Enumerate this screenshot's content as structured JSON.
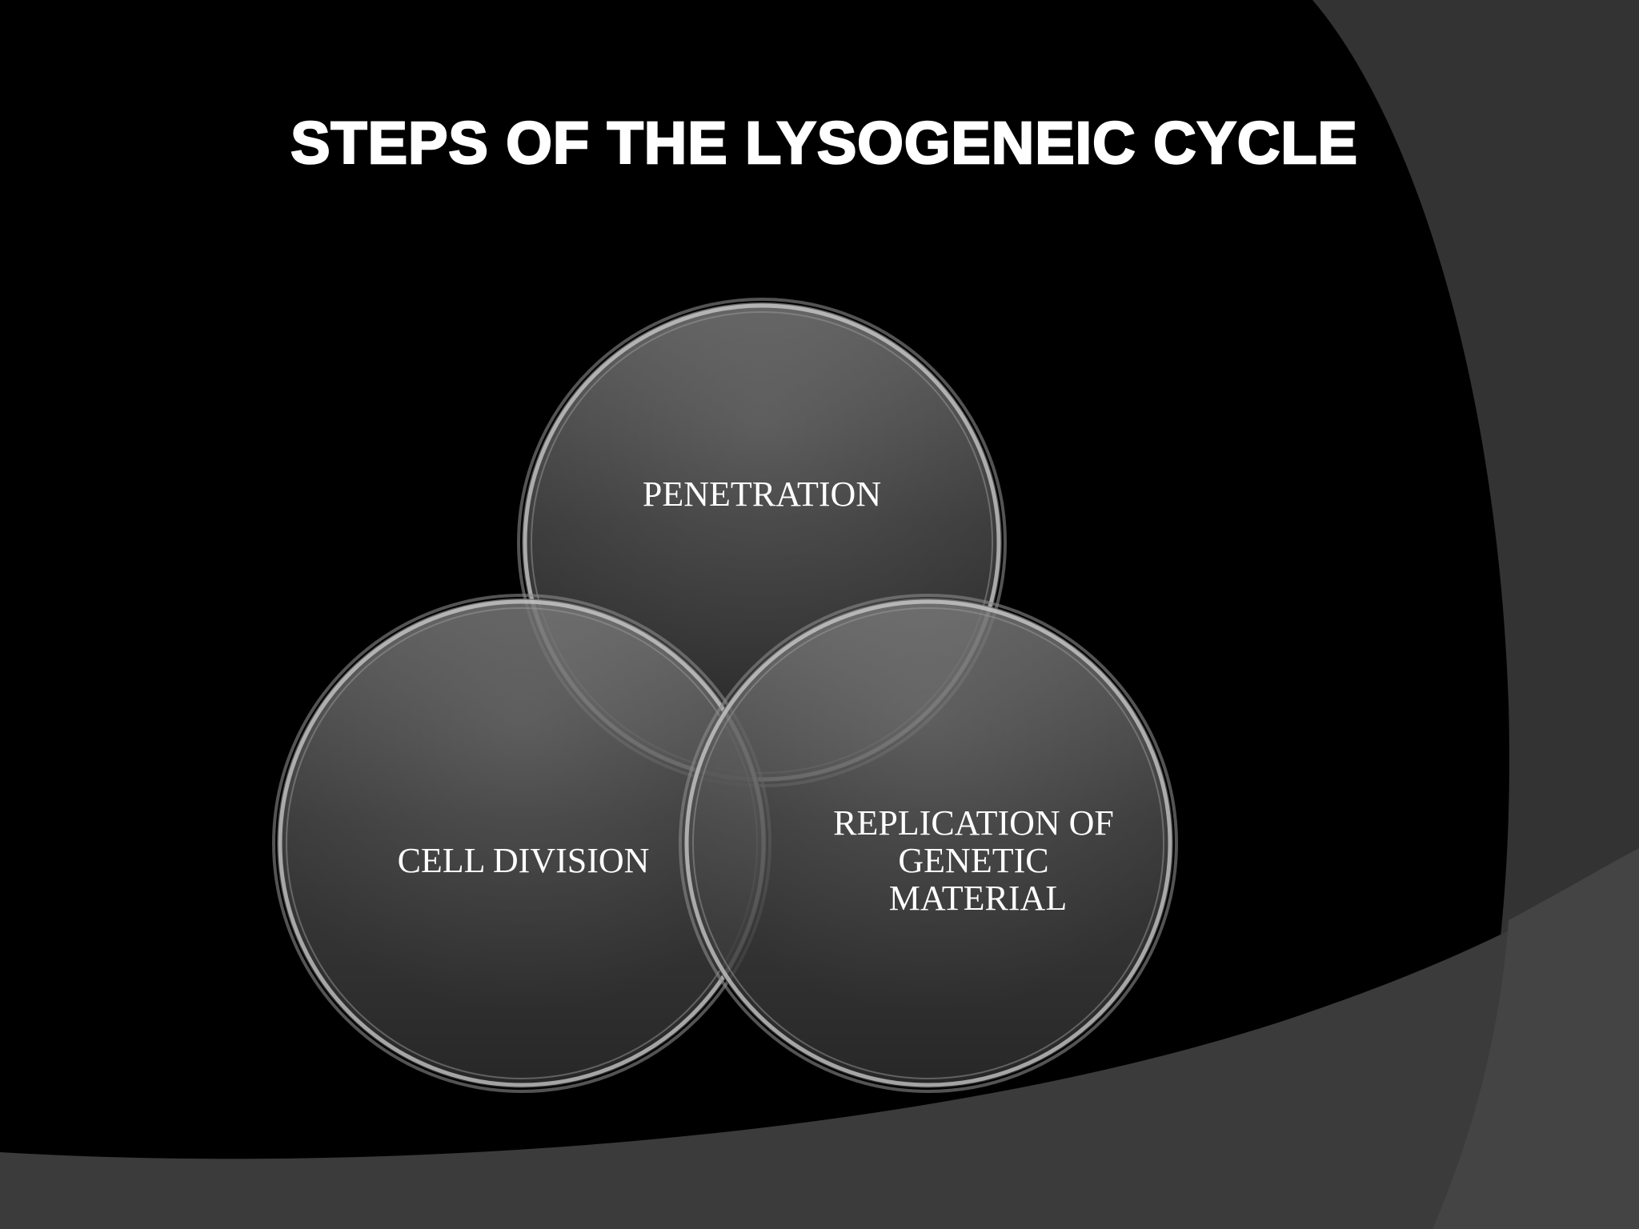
{
  "slide": {
    "title": "STEPS OF THE LYSOGENEIC CYCLE",
    "background_color": "#000000",
    "swoosh_color": "#3a3a3a"
  },
  "diagram": {
    "type": "venn",
    "circles": [
      {
        "label_lines": [
          "PENETRATION"
        ]
      },
      {
        "label_lines": [
          "CELL DIVISION"
        ]
      },
      {
        "label_lines": [
          "REPLICATION OF",
          "GENETIC",
          "MATERIAL"
        ]
      }
    ]
  }
}
